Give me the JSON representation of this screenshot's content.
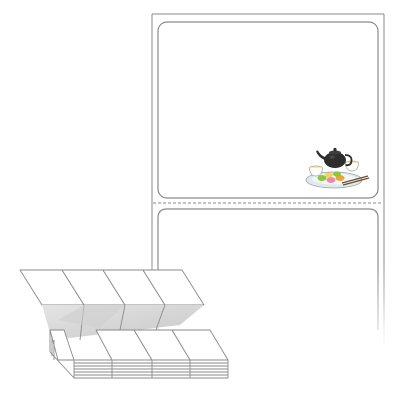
{
  "product": {
    "kind": "fanfold label stock",
    "label_shape": "rectangle",
    "preview_labels_visible": 2,
    "fanfold_labels_across": 4,
    "fanfold_stack_rows": 4,
    "sample_image": "teapot-with-cups-and-macarons",
    "colors": {
      "outline": "#8a8a8a",
      "backing": "#ffffff",
      "fold_shadow": "#d4d4d4",
      "teapot": "#2d2d2d",
      "plate": "#e7eef0",
      "macaron_green": "#8cc63f",
      "macaron_pink": "#e88aa8",
      "macaron_orange": "#f2a33a",
      "macaron_yellow": "#f4d35e"
    }
  }
}
